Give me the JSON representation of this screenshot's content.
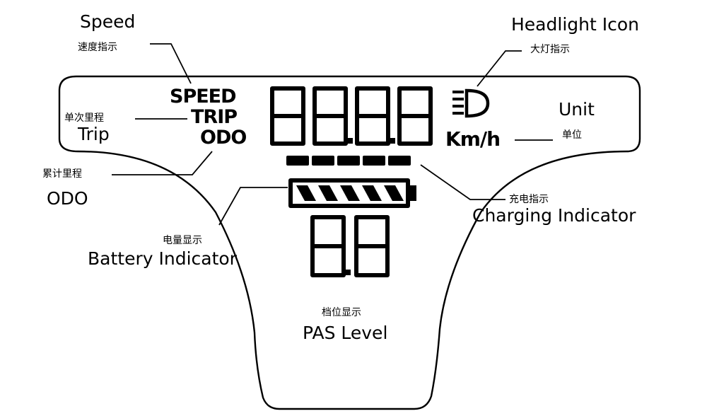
{
  "labels": {
    "speed": {
      "en": "Speed",
      "cn": "速度指示"
    },
    "trip": {
      "en": "Trip",
      "cn": "单次里程"
    },
    "odo": {
      "en": "ODO",
      "cn": "累计里程"
    },
    "headlight": {
      "en": "Headlight Icon",
      "cn": "大灯指示"
    },
    "unit": {
      "en": "Unit",
      "cn": "单位"
    },
    "charging": {
      "en": "Charging Indicator",
      "cn": "充电指示"
    },
    "battery": {
      "en": "Battery Indicator",
      "cn": "电量显示"
    },
    "pas": {
      "en": "PAS Level",
      "cn": "档位显示"
    }
  },
  "lcd": {
    "speed_word": "SPEED",
    "trip_word": "TRIP",
    "odo_word": "ODO",
    "unit_word": "Km/h",
    "main_digits": "88.8.8",
    "pas_digits": "8.8",
    "battery_bars": 5,
    "charging_segments": 5
  },
  "icons": [
    "headlight-icon",
    "battery-icon"
  ],
  "colors": {
    "ink": "#000000",
    "background": "#ffffff"
  }
}
